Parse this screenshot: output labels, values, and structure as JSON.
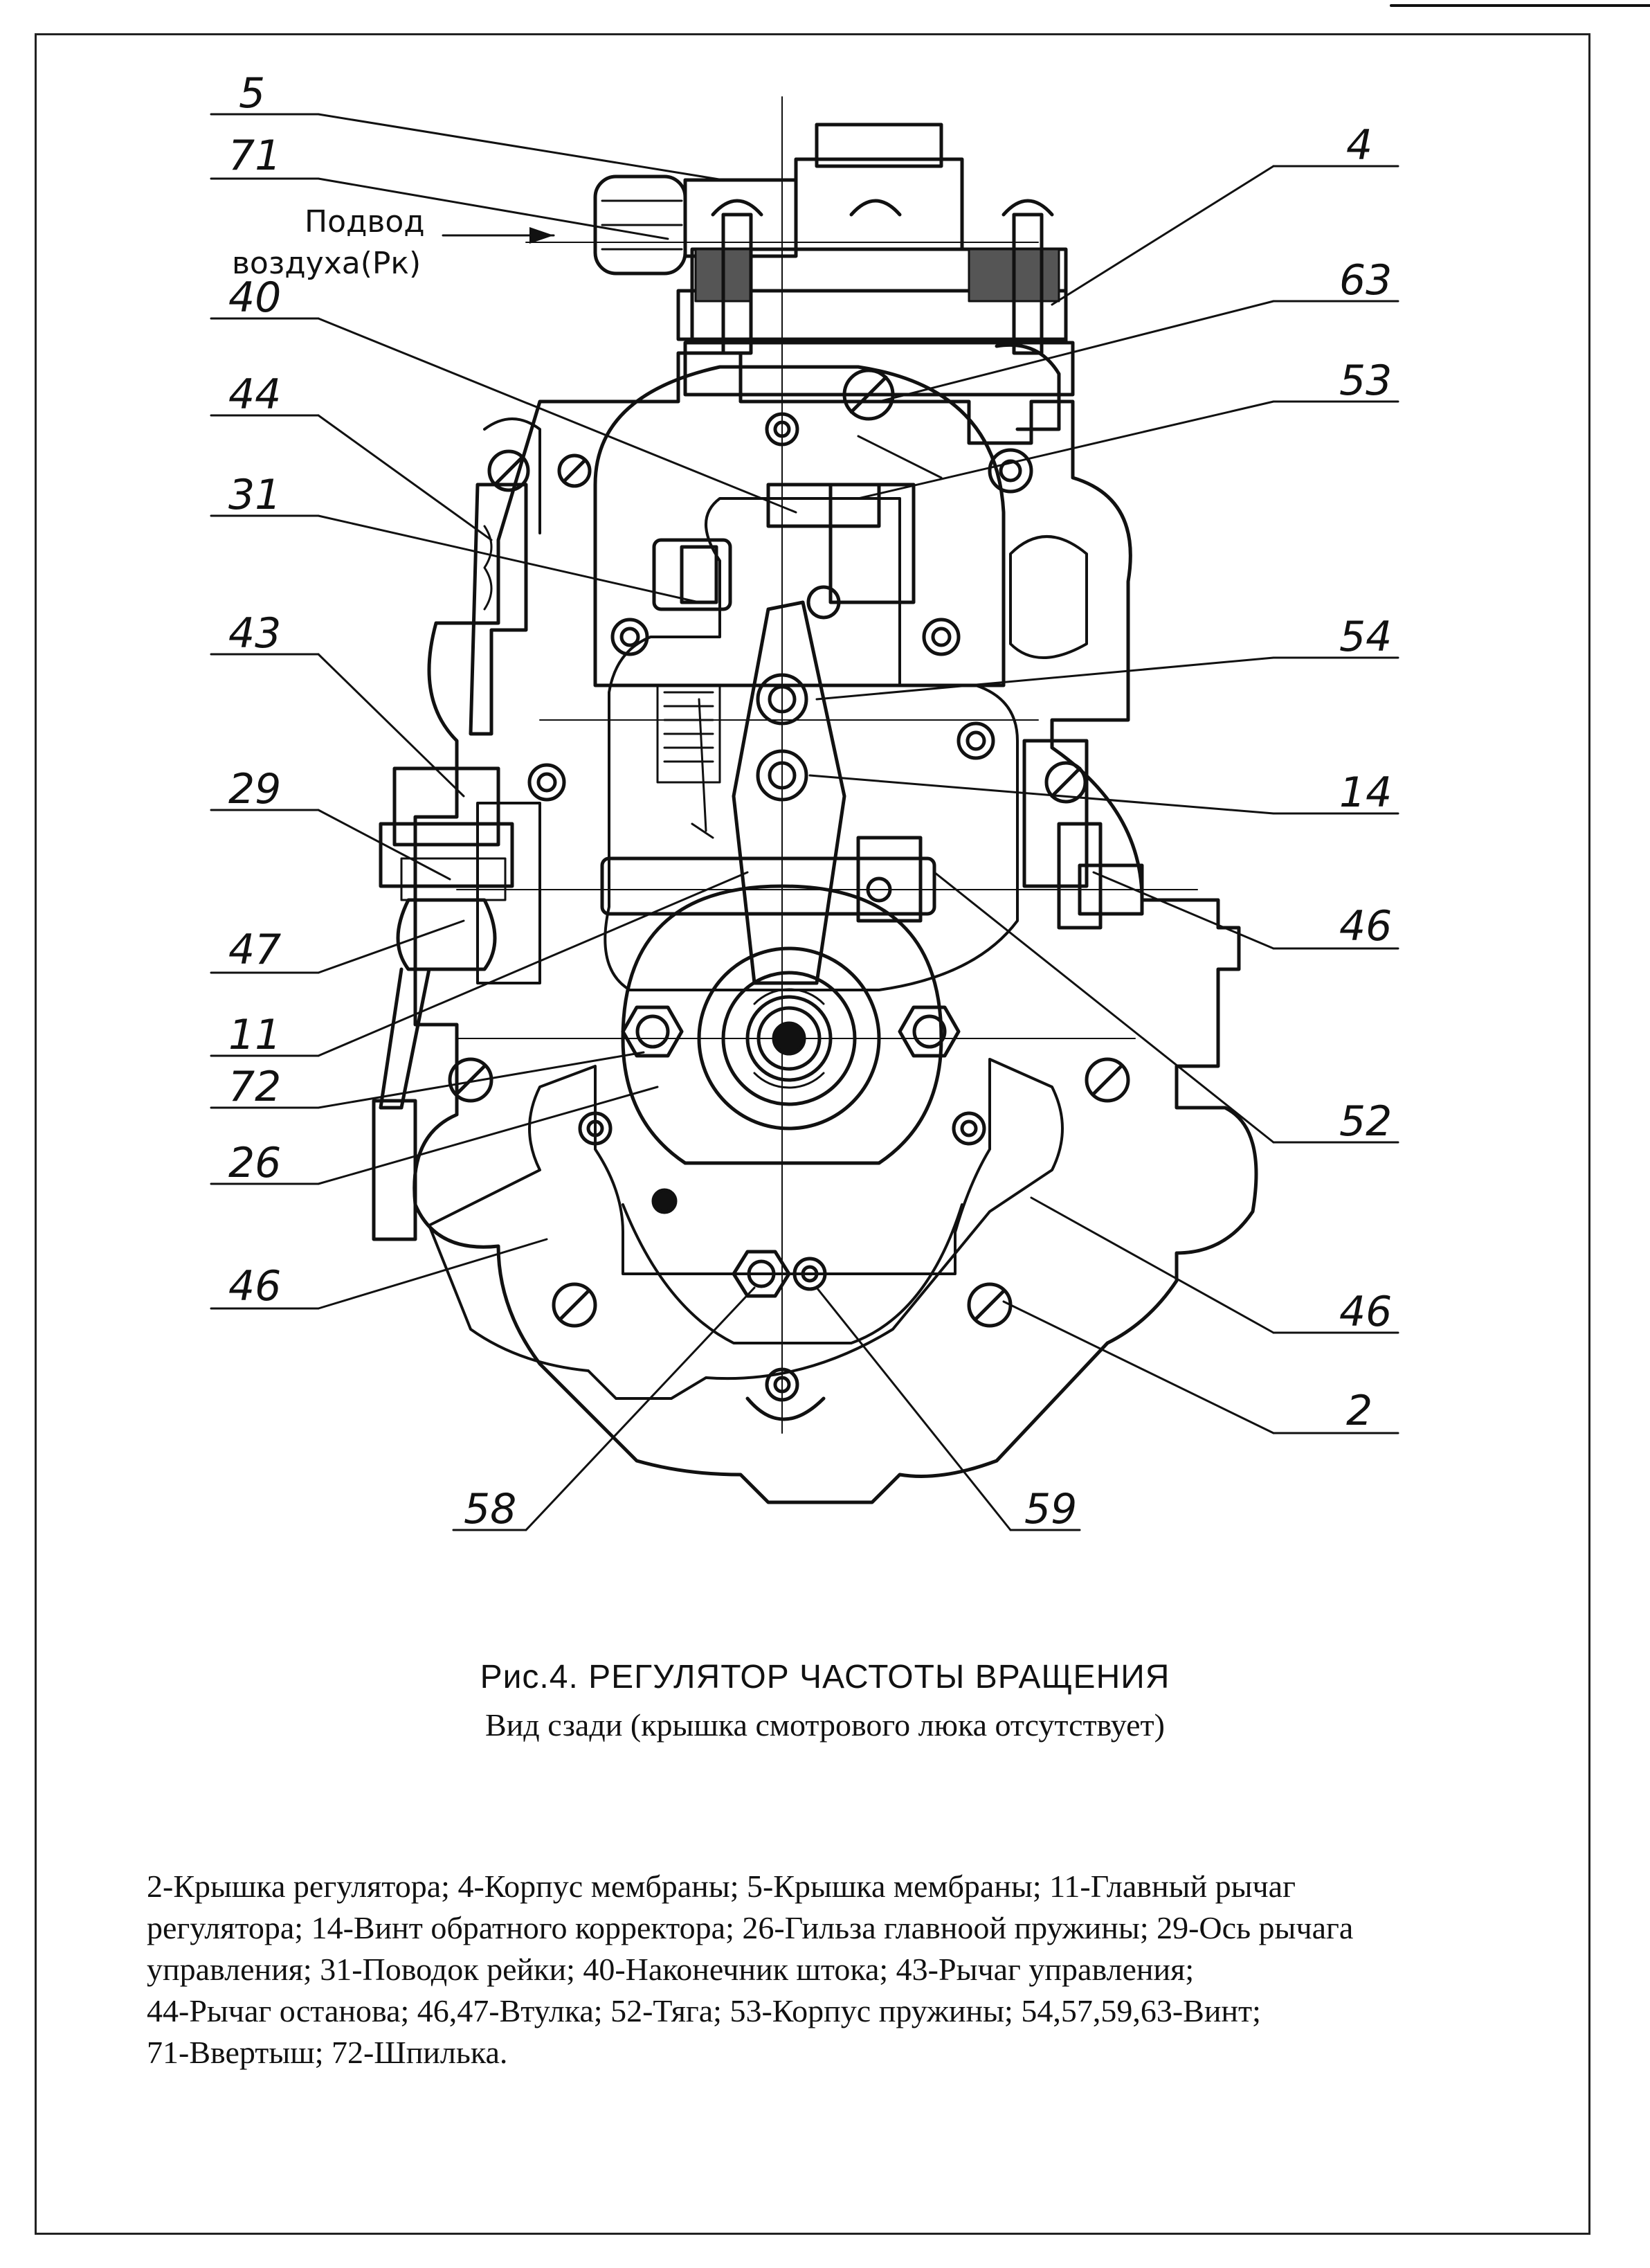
{
  "callouts": {
    "c5": "5",
    "c71": "71",
    "c40": "40",
    "c44": "44",
    "c31": "31",
    "c43": "43",
    "c29": "29",
    "c47": "47",
    "c11": "11",
    "c72": "72",
    "c26": "26",
    "c46_left": "46",
    "c58": "58",
    "c59": "59",
    "c4": "4",
    "c63": "63",
    "c53": "53",
    "c54": "54",
    "c14": "14",
    "c46_right_top": "46",
    "c52": "52",
    "c46_right_bottom": "46",
    "c2": "2"
  },
  "air_inlet": {
    "line1": "Подвод",
    "line2": "воздуха(Рк)"
  },
  "caption": {
    "title": "Рис.4. РЕГУЛЯТОР ЧАСТОТЫ ВРАЩЕНИЯ",
    "subtitle": "Вид сзади (крышка смотрового люка отсутствует)"
  },
  "legend": {
    "lines": [
      "2-Крышка регулятора; 4-Корпус мембраны; 5-Крышка мембраны; 11-Главный рычаг",
      "регулятора; 14-Винт обратного корректора; 26-Гильза главноой пружины; 29-Ось рычага",
      "управления; 31-Поводок рейки; 40-Наконечник штока; 43-Рычаг управления;",
      "44-Рычаг останова; 46,47-Втулка; 52-Тяга; 53-Корпус пружины; 54,57,59,63-Винт;",
      "71-Ввертыш; 72-Шпилька."
    ]
  }
}
